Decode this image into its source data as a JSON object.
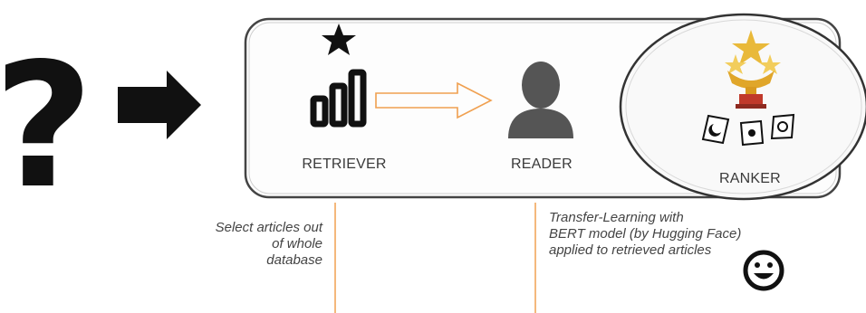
{
  "symbols": {
    "question": "?",
    "start_icon": "question-mark-icon",
    "arrow_icon": "right-arrow-icon"
  },
  "stages": [
    {
      "label": "RETRIEVER",
      "icon": "bar-chart-icon",
      "badge_icon": "star-icon"
    },
    {
      "label": "READER",
      "icon": "person-icon"
    },
    {
      "label": "RANKER",
      "icon": "trophy-icon",
      "cards_icon": "card-icons"
    }
  ],
  "notes": {
    "retriever": [
      "Select articles out",
      "of whole",
      "database"
    ],
    "reader": [
      "Transfer-Learning with",
      "BERT model (by Hugging Face)",
      "applied to retrieved articles"
    ]
  },
  "end_icon": "smiley-face-icon",
  "colors": {
    "accent_orange": "#f0a050",
    "trophy_gold": "#e9b93a",
    "trophy_base": "#c0392b",
    "ink": "#111111"
  }
}
